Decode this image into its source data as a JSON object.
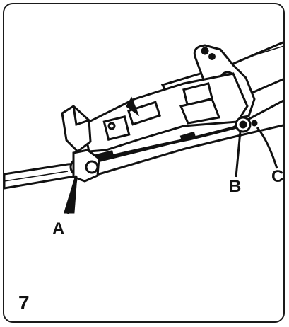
{
  "figure": {
    "step_number": "7",
    "callouts": {
      "a": "A",
      "b": "B",
      "c": "C"
    }
  },
  "colors": {
    "ink": "#111111",
    "background": "#ffffff",
    "frame": "#1a1a1a"
  }
}
